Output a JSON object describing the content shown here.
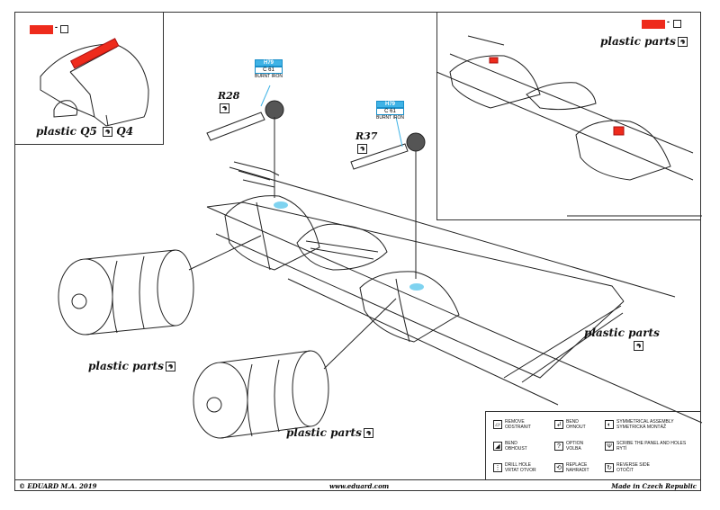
{
  "sheet": {
    "colors": {
      "paint_red": "#ee2b1c",
      "callout_blue": "#3fb3e6",
      "line": "#222222"
    }
  },
  "inset_left": {
    "paint_legend": {
      "swatch_color": "#ee2b1c",
      "icon": "remove-icon"
    },
    "label": "plastic Q5",
    "icon": "symmetrical-assembly-icon",
    "label_suffix": "Q4"
  },
  "inset_right": {
    "paint_legend": {
      "swatch_color": "#ee2b1c",
      "icon": "remove-icon"
    },
    "label": "plastic parts",
    "icon": "symmetrical-assembly-icon"
  },
  "parts": [
    {
      "number": "R28",
      "icon": "symmetrical-assembly-icon",
      "callout": {
        "code": "H79",
        "sub": "C 61",
        "note": "BURNT IRON"
      }
    },
    {
      "number": "R37",
      "icon": "symmetrical-assembly-icon",
      "callout": {
        "code": "H79",
        "sub": "C 61",
        "note": "BURNT IRON"
      }
    }
  ],
  "labels": {
    "plastic_parts_left": "plastic parts",
    "plastic_parts_center": "plastic parts",
    "plastic_parts_right": "plastic parts"
  },
  "legend": {
    "items": [
      {
        "icon": "remove-icon",
        "glyph": "▱",
        "line1": "REMOVE",
        "line2": "ODSTRANIT"
      },
      {
        "icon": "bend-icon",
        "glyph": "↲",
        "line1": "BEND",
        "line2": "OHNOUT"
      },
      {
        "icon": "symmetrical-assembly-icon",
        "glyph": "◐",
        "line1": "SYMMETRICAL ASSEMBLY",
        "line2": "SYMETRICKÁ MONTÁŽ"
      },
      {
        "icon": "bend-around-icon",
        "glyph": "◢",
        "line1": "BEND",
        "line2": "OBHOUST"
      },
      {
        "icon": "option-icon",
        "glyph": "?",
        "line1": "OPTION",
        "line2": "VOLBA"
      },
      {
        "icon": "scribe-holes-icon",
        "glyph": "Ψ",
        "line1": "SCRIBE THE PANEL AND HOLES",
        "line2": "RYTÍ"
      },
      {
        "icon": "drill-hole-icon",
        "glyph": "⋮",
        "line1": "DRILL HOLE",
        "line2": "VRTAT OTVOR"
      },
      {
        "icon": "replace-icon",
        "glyph": "⟲",
        "line1": "REPLACE",
        "line2": "NAHRADIT"
      },
      {
        "icon": "reverse-side-icon",
        "glyph": "↻",
        "line1": "REVERSE SIDE",
        "line2": "OTOČIT"
      }
    ]
  },
  "footer": {
    "copyright": "© EDUARD M.A. 2019",
    "website": "www.eduard.com",
    "made_in": "Made in Czech Republic"
  }
}
